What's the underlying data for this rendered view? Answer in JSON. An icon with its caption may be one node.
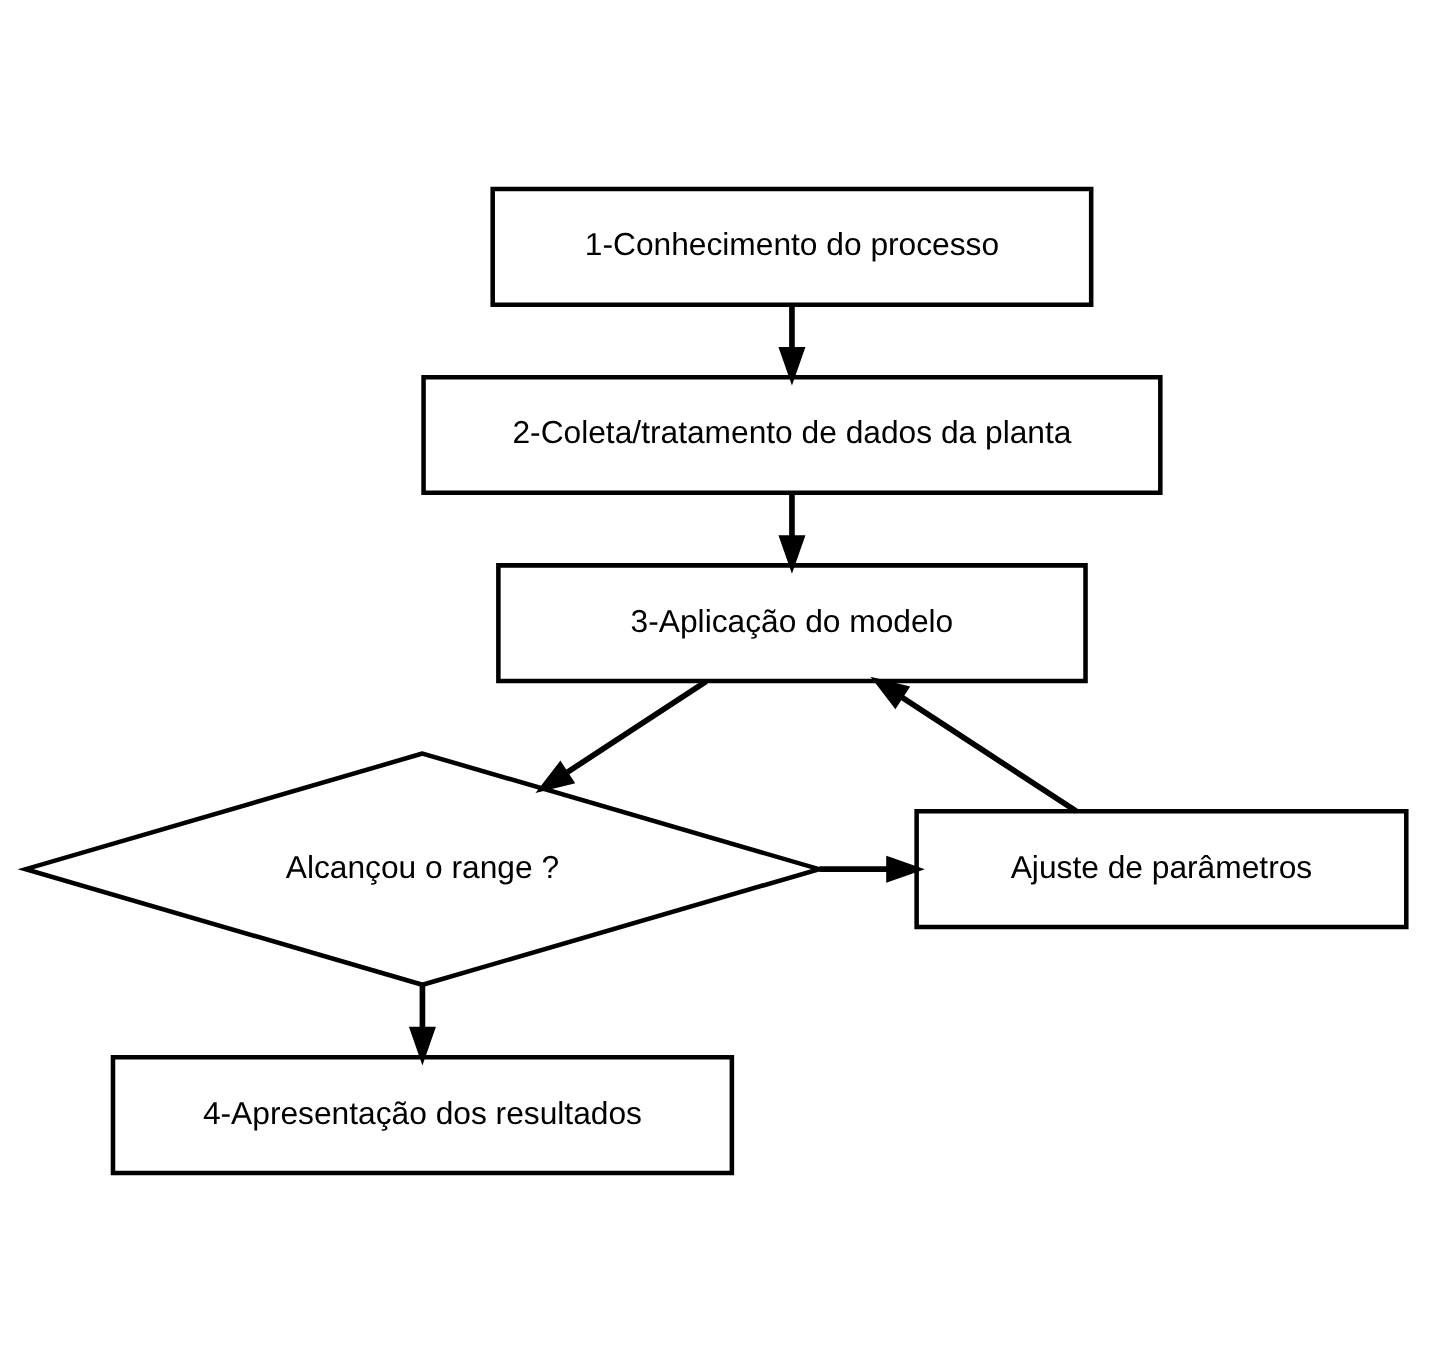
{
  "diagram": {
    "nodes": [
      {
        "text": [
          "1-Conhecimento do processo"
        ]
      },
      {
        "text": [
          "2-Coleta/tratamento de dados da planta"
        ]
      },
      {
        "text": [
          "3-Aplicação do modelo"
        ]
      },
      {
        "text": [
          "Ajuste de parâmetros"
        ]
      },
      {
        "text": [
          "Alcançou o range ?"
        ]
      },
      {
        "text": [
          "4-Apresentação dos resultados"
        ]
      }
    ],
    "edges": [
      {
        "from": 0,
        "to": 1,
        "arrow": "to"
      },
      {
        "from": 1,
        "to": 2,
        "arrow": "to"
      },
      {
        "from": 2,
        "to": 4,
        "arrow": "to"
      },
      {
        "from": 4,
        "to": 3,
        "arrow": "to"
      },
      {
        "from": 3,
        "to": 2,
        "arrow": "to"
      },
      {
        "from": 4,
        "to": 5,
        "arrow": "to"
      }
    ]
  }
}
